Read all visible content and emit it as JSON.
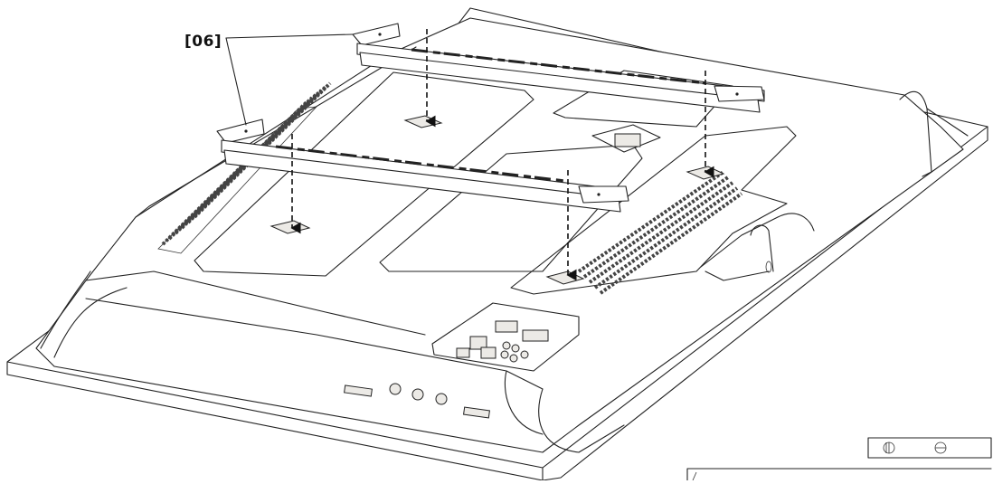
{
  "figure": {
    "callout_label": "[06]",
    "parts": [
      "tv-back-panel",
      "mounting-bracket-upper",
      "mounting-bracket-lower",
      "connector-panel",
      "screw-inset"
    ],
    "arrow_style": "dashed",
    "line_color": "#222222",
    "background": "#ffffff"
  }
}
